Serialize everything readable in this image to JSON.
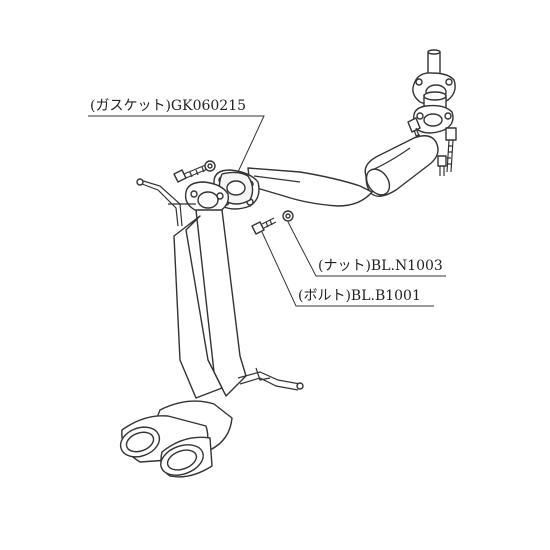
{
  "callouts": {
    "gasket": "(ガスケット)GK060215",
    "nut": "(ナット)BL.N1003",
    "bolt": "(ボルト)BL.B1001"
  },
  "icons": {
    "gasket": "gasket-icon",
    "nut": "nut-icon",
    "bolt": "bolt-icon",
    "muffler": "muffler-icon",
    "tailpipe": "tailpipe-icon"
  }
}
